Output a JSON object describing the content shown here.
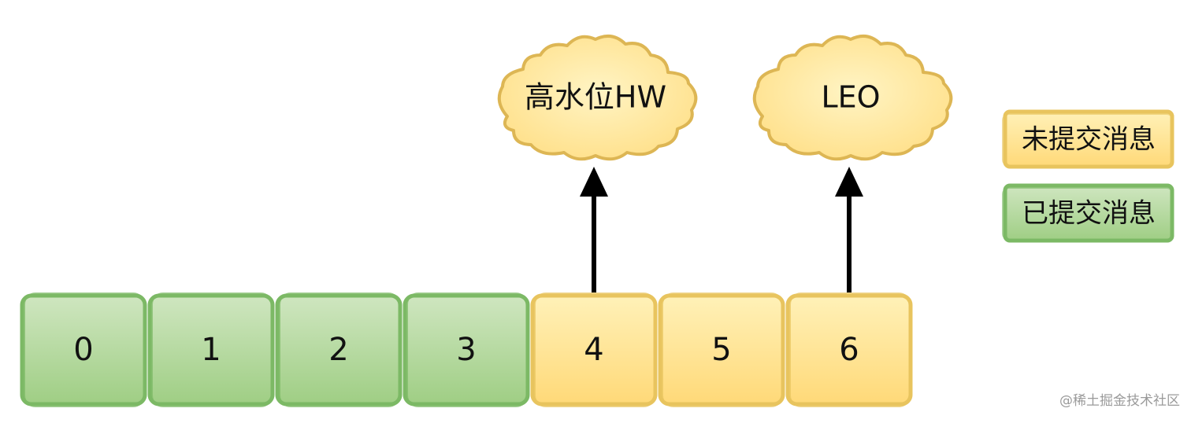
{
  "cells": [
    {
      "label": "0",
      "status": "committed"
    },
    {
      "label": "1",
      "status": "committed"
    },
    {
      "label": "2",
      "status": "committed"
    },
    {
      "label": "3",
      "status": "committed"
    },
    {
      "label": "4",
      "status": "uncommitted"
    },
    {
      "label": "5",
      "status": "uncommitted"
    },
    {
      "label": "6",
      "status": "uncommitted"
    }
  ],
  "markers": [
    {
      "label": "高水位HW",
      "cell_index": 4
    },
    {
      "label": "LEO",
      "cell_index": 6
    }
  ],
  "legend": [
    {
      "label": "未提交消息",
      "status": "uncommitted"
    },
    {
      "label": "已提交消息",
      "status": "committed"
    }
  ],
  "colors": {
    "committed_fill_top": "#cfe6c0",
    "committed_fill_bottom": "#9fce84",
    "committed_stroke": "#7cb965",
    "uncommitted_fill_top": "#fff1b8",
    "uncommitted_fill_bottom": "#ffd978",
    "uncommitted_stroke": "#e8c45e",
    "cloud_fill": "#ffe08a",
    "cloud_stroke": "#ddb654",
    "arrow": "#000000"
  },
  "watermark": "@稀土掘金技术社区"
}
